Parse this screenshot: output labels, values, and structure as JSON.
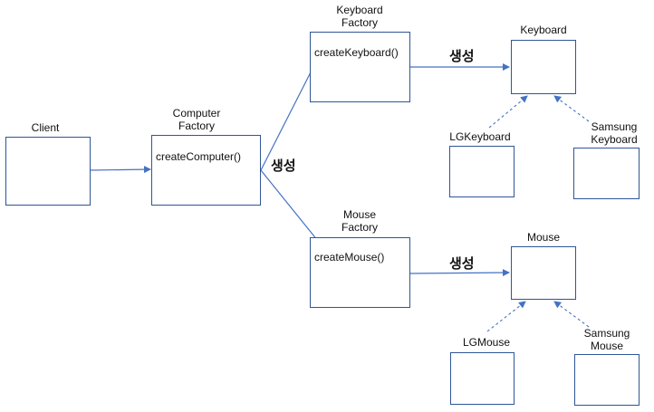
{
  "nodes": {
    "client": {
      "label": "Client"
    },
    "computer_factory": {
      "label_line1": "Computer",
      "label_line2": "Factory",
      "method": "createComputer()"
    },
    "keyboard_factory": {
      "label_line1": "Keyboard",
      "label_line2": "Factory",
      "method": "createKeyboard()"
    },
    "mouse_factory": {
      "label_line1": "Mouse",
      "label_line2": "Factory",
      "method": "createMouse()"
    },
    "keyboard": {
      "label": "Keyboard"
    },
    "mouse": {
      "label": "Mouse"
    },
    "lg_keyboard": {
      "label": "LGKeyboard"
    },
    "samsung_keyboard": {
      "label_line1": "Samsung",
      "label_line2": "Keyboard"
    },
    "lg_mouse": {
      "label": "LGMouse"
    },
    "samsung_mouse": {
      "label_line1": "Samsung",
      "label_line2": "Mouse"
    }
  },
  "edge_labels": {
    "create_from_computer": "생성",
    "create_keyboard": "생성",
    "create_mouse": "생성"
  },
  "colors": {
    "box_border": "#2f5597",
    "arrow": "#4472c4"
  }
}
